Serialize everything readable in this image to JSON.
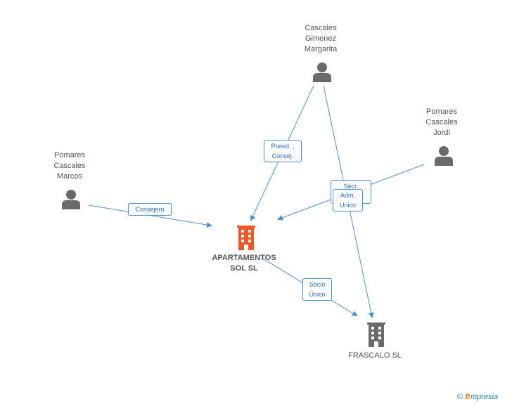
{
  "nodes": {
    "person_top": "Cascales\nGimenez\nMargarita",
    "person_right": "Pomares\nCascales\nJordi",
    "person_left": "Pomares\nCascales\nMarcos",
    "company_main": "APARTAMENTOS\nSOL SL",
    "company_sub": "FRASCALO SL"
  },
  "relations": {
    "presid": "Presid. ,\nConsej.",
    "consejero": "Consejero",
    "secr": "Secr.",
    "adm_unico": "Adm.\nUnico",
    "socio_unico": "Socio\nÚnico"
  },
  "footer": {
    "copyright": "©",
    "brand_e": "e",
    "brand_rest": "mpresia"
  },
  "colors": {
    "edge": "#4a90d9",
    "person_icon": "#6b6b6b",
    "company_main_icon": "#f0582a",
    "company_icon": "#6b6b6b"
  }
}
